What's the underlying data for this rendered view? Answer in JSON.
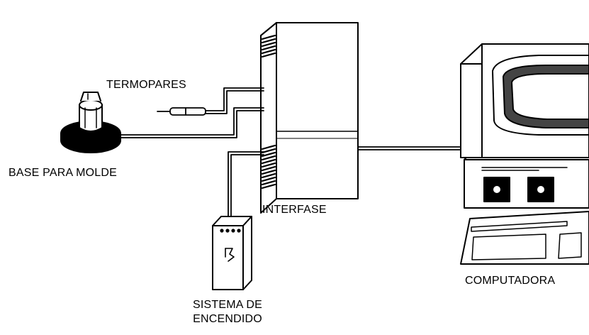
{
  "labels": {
    "termopares": "TERMOPARES",
    "base_para_molde": "BASE PARA MOLDE",
    "interfase": "INTERFASE",
    "computadora": "COMPUTADORA",
    "sistema_de_encendido_line1": "SISTEMA DE",
    "sistema_de_encendido_line2": "ENCENDIDO"
  },
  "colors": {
    "ink": "#000000",
    "paper": "#ffffff",
    "screen": "#444444"
  }
}
